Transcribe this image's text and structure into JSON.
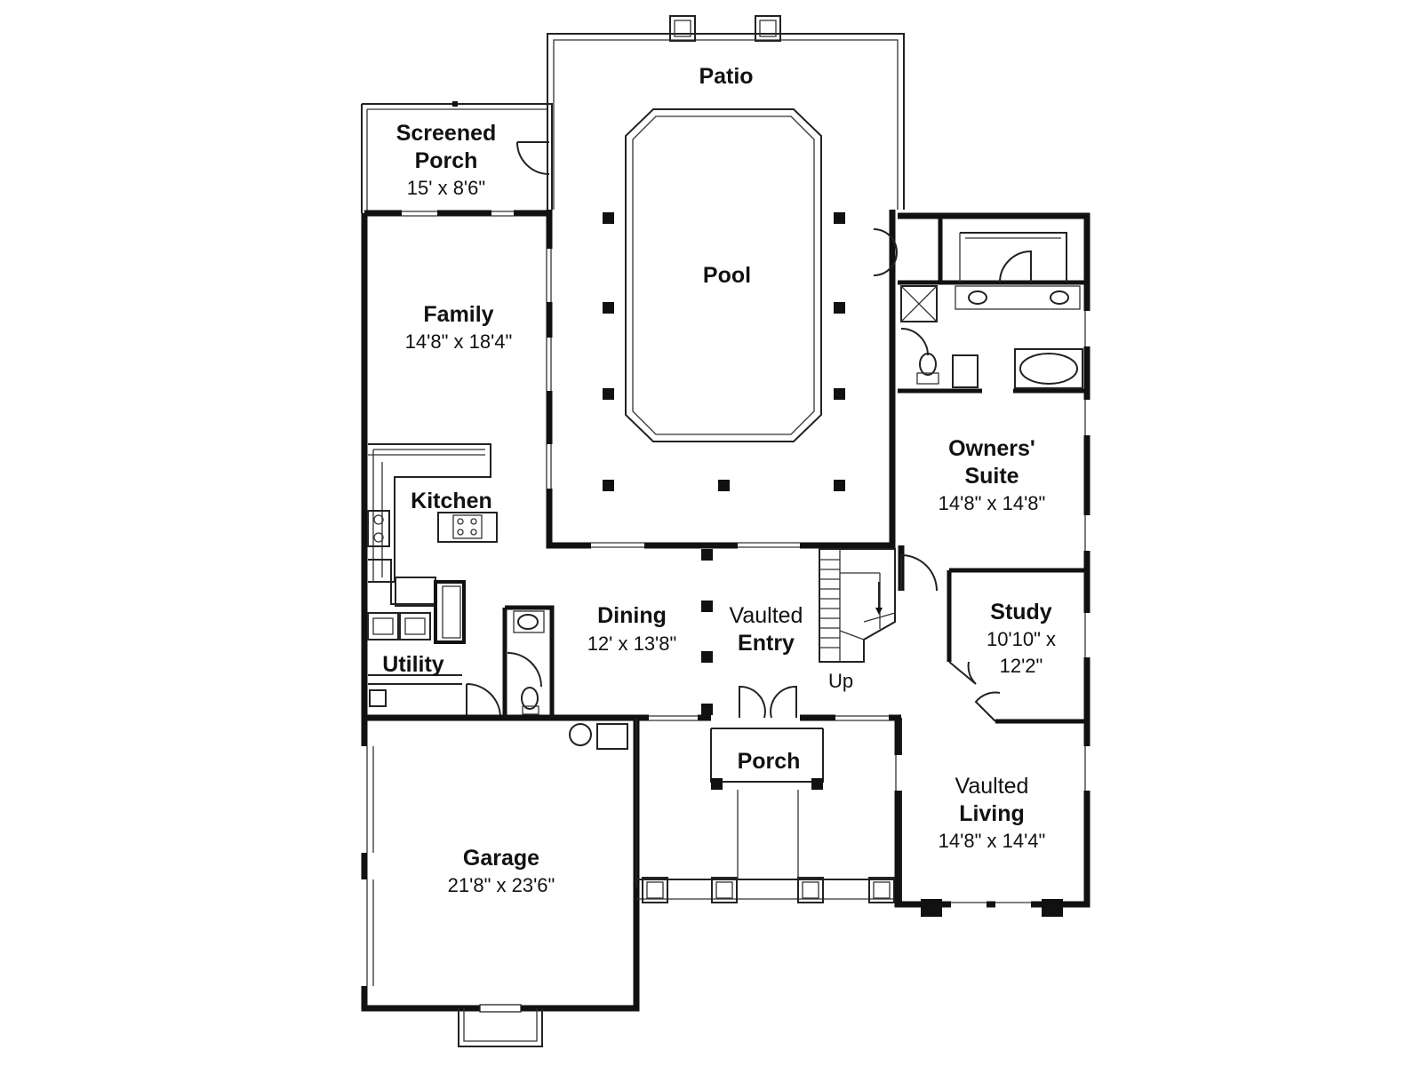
{
  "rooms": {
    "patio": {
      "name": "Patio"
    },
    "pool": {
      "name": "Pool"
    },
    "screened_porch": {
      "name_line1": "Screened",
      "name_line2": "Porch",
      "dims": "15' x 8'6\""
    },
    "family": {
      "name": "Family",
      "dims": "14'8\" x 18'4\""
    },
    "kitchen": {
      "name": "Kitchen"
    },
    "utility": {
      "name": "Utility"
    },
    "dining": {
      "name": "Dining",
      "dims": "12' x 13'8\""
    },
    "entry": {
      "name_line1": "Vaulted",
      "name_line2": "Entry"
    },
    "stair": {
      "label": "Up"
    },
    "owners_suite": {
      "name_line1": "Owners'",
      "name_line2": "Suite",
      "dims": "14'8\" x 14'8\""
    },
    "study": {
      "name": "Study",
      "dims_line1": "10'10\" x",
      "dims_line2": "12'2\""
    },
    "porch": {
      "name": "Porch"
    },
    "living": {
      "name_line1": "Vaulted",
      "name_line2": "Living",
      "dims": "14'8\" x 14'4\""
    },
    "garage": {
      "name": "Garage",
      "dims": "21'8\" x 23'6\""
    }
  }
}
